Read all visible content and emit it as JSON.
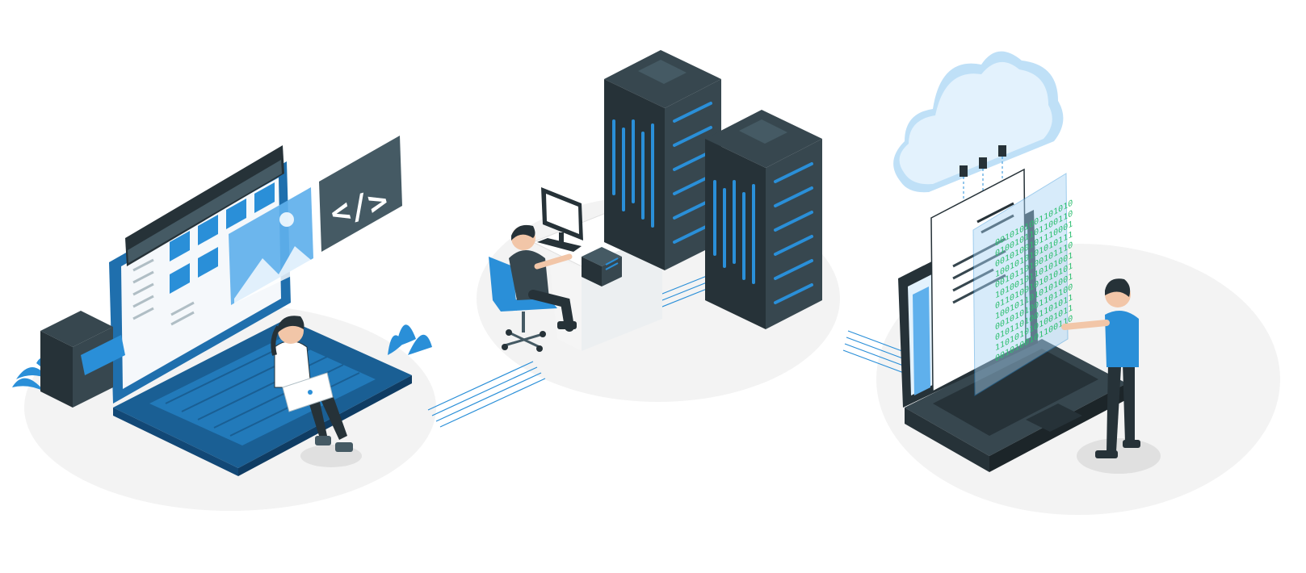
{
  "illustration": {
    "code_tag": "</>",
    "binary_lines": [
      "0010101001101010",
      "0100101101100110",
      "0010100101110001",
      "1001010101010111",
      "0010110100101110",
      "1010010110101001",
      "0110100101010101",
      "1001011010101001",
      "0010101001101100",
      "0101101001101011",
      "1101010101001011",
      "0010100101100110"
    ],
    "colors": {
      "primary": "#2a8fd8",
      "dark": "#263238",
      "accent_green": "#2fbf71",
      "platform": "#f3f3f3"
    }
  }
}
